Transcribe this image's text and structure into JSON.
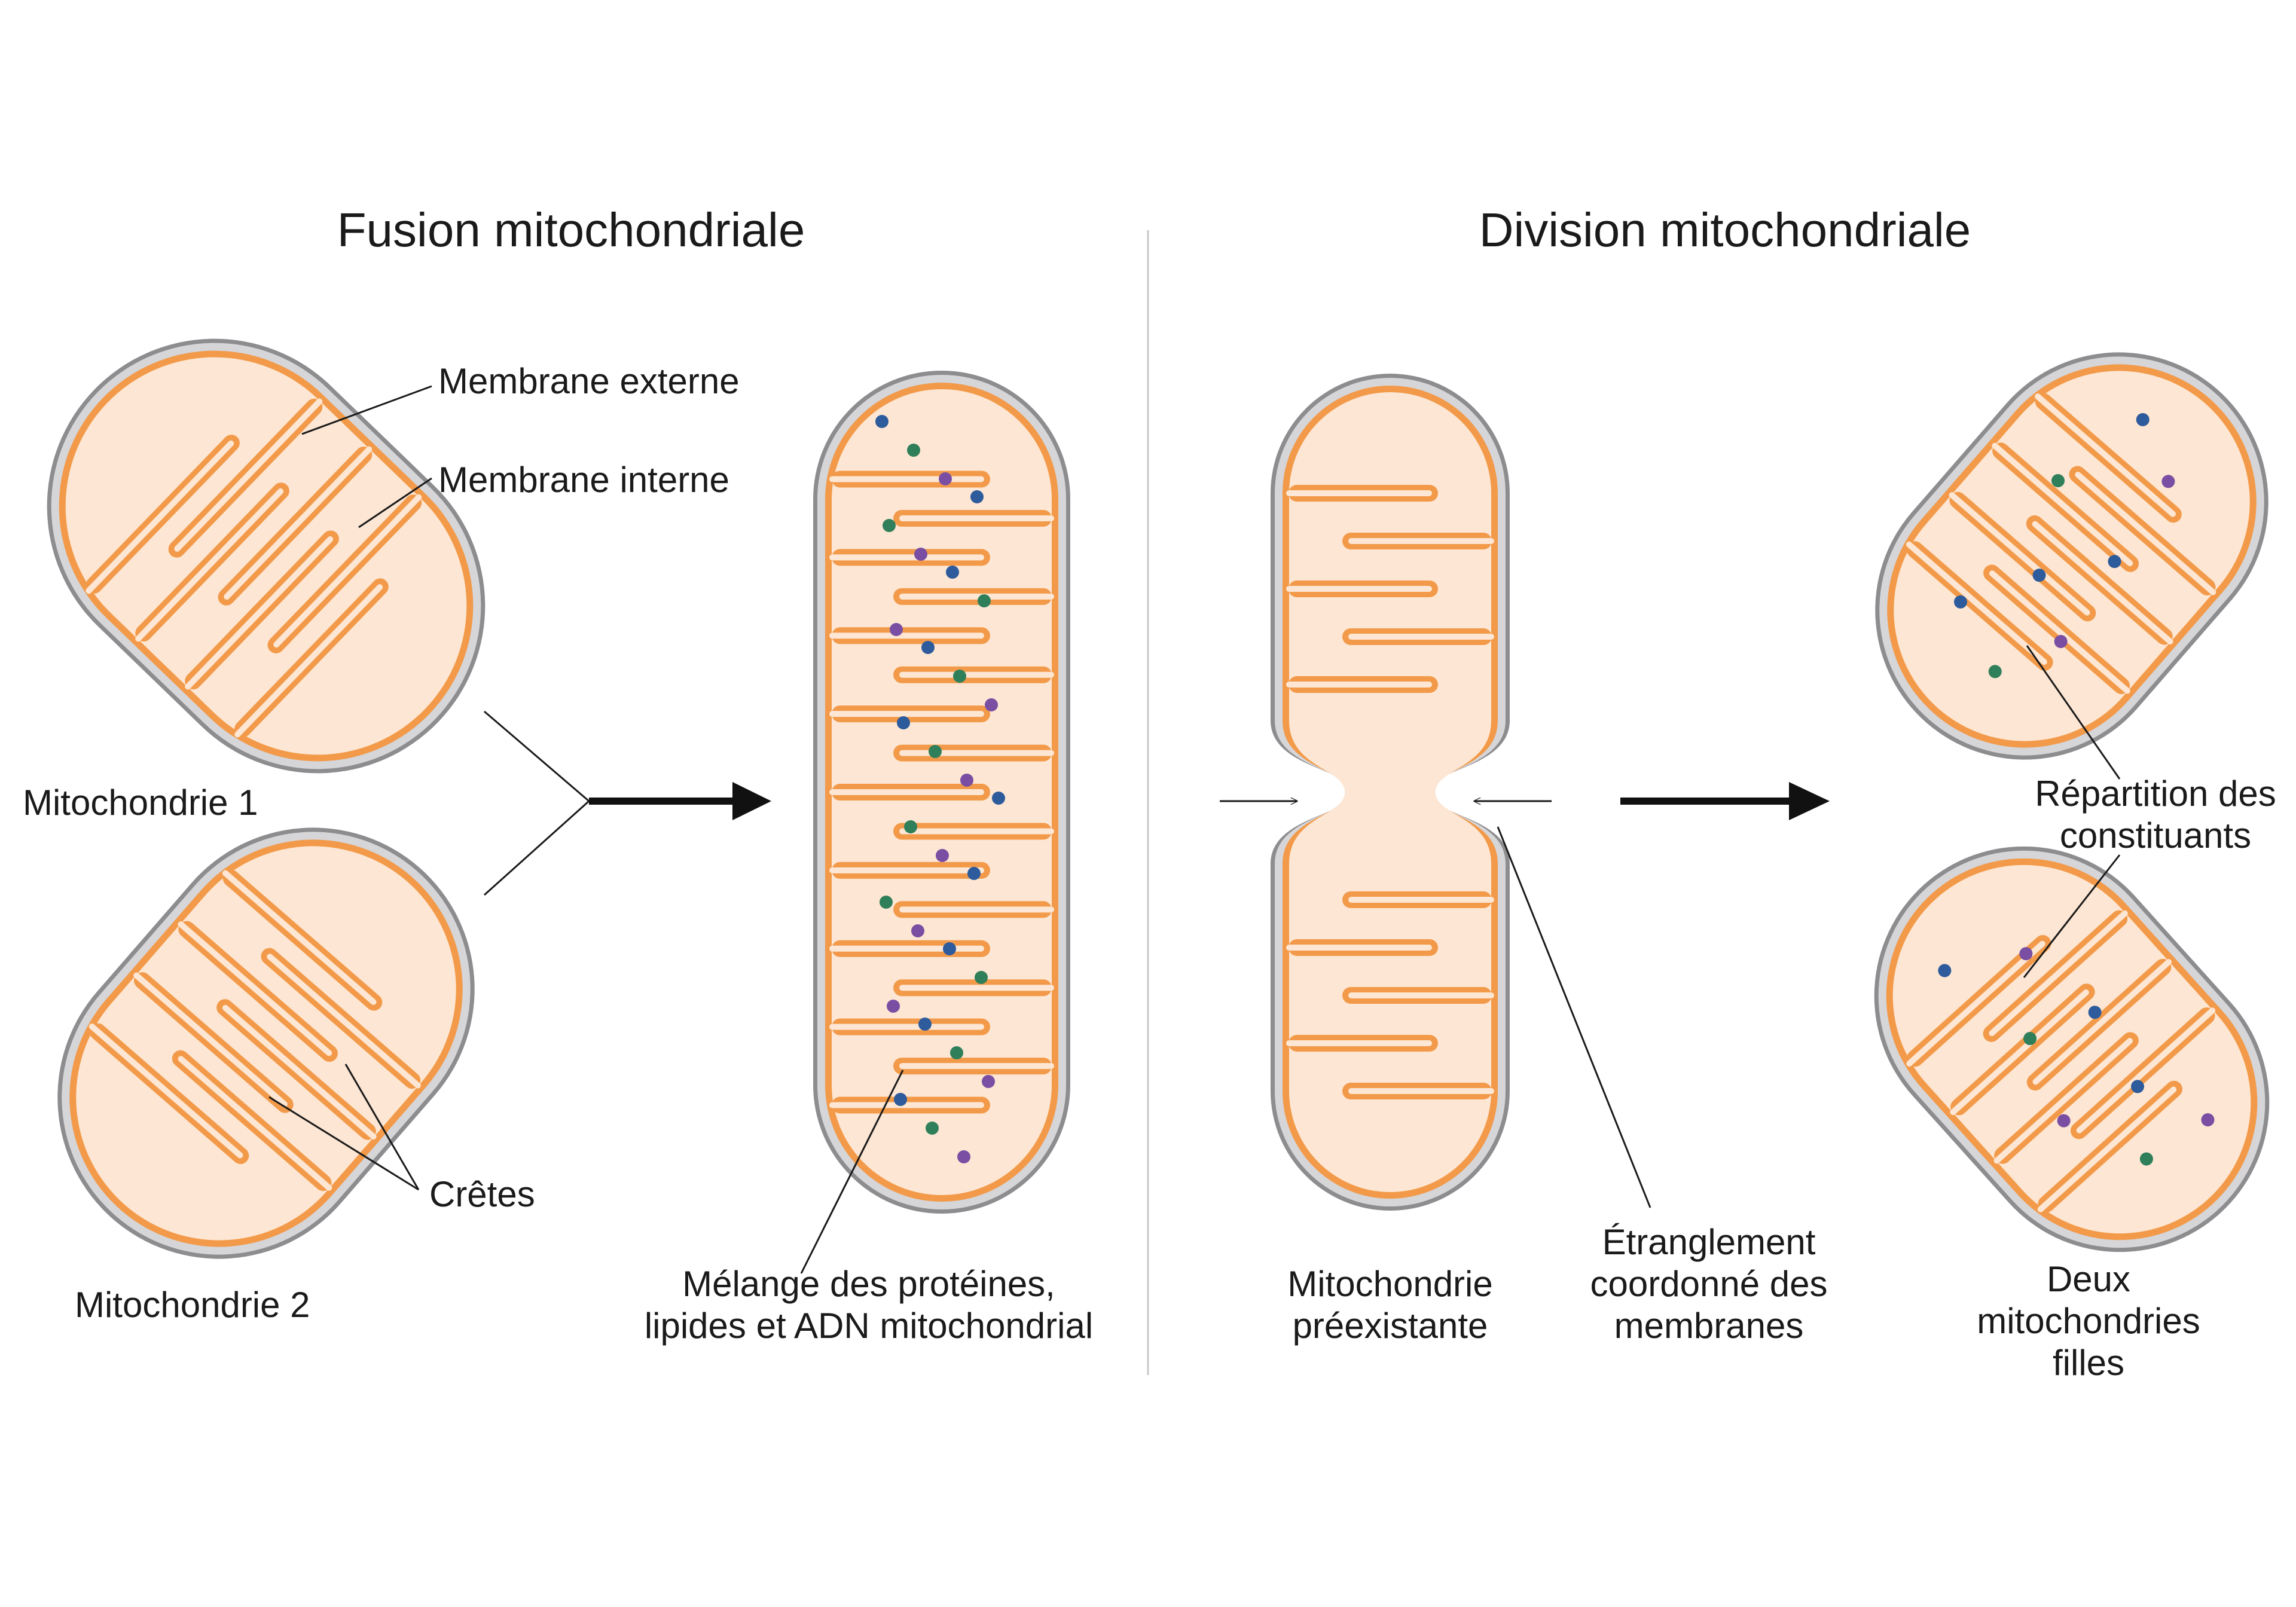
{
  "fusion": {
    "title": "Fusion mitochondriale",
    "membrane_externe": "Membrane externe",
    "membrane_interne": "Membrane interne",
    "mito1": "Mitochondrie 1",
    "mito2": "Mitochondrie 2",
    "cretes": "Crêtes",
    "melange_line1": "Mélange des protéines,",
    "melange_line2": "lipides et ADN mitochondrial"
  },
  "division": {
    "title": "Division mitochondriale",
    "preexistante_line1": "Mitochondrie",
    "preexistante_line2": "préexistante",
    "etranglement_line1": "Étranglement",
    "etranglement_line2": "coordonné des",
    "etranglement_line3": "membranes",
    "repartition_line1": "Répartition des",
    "repartition_line2": "constituants",
    "filles_line1": "Deux",
    "filles_line2": "mitochondries",
    "filles_line3": "filles"
  },
  "colors": {
    "outer_membrane": "#8d8c8f",
    "intermembrane": "#d6d5d8",
    "inner_membrane": "#f29a49",
    "matrix": "#fde6d3",
    "protein_blue": "#2d5b9c",
    "protein_green": "#2e7f5a",
    "protein_purple": "#7a4fa3"
  }
}
